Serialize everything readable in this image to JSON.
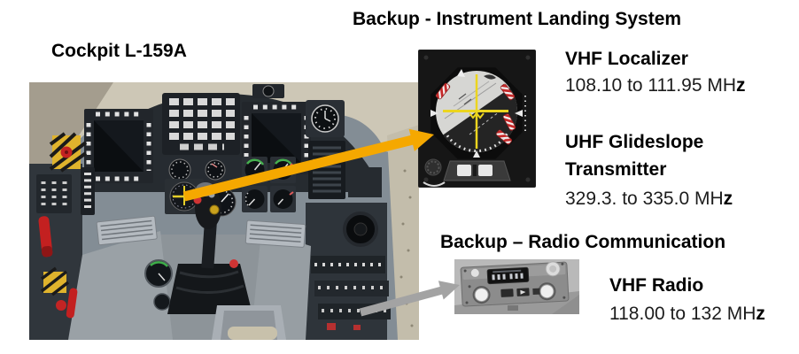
{
  "headings": {
    "ils": "Backup - Instrument Landing System",
    "radio": "Backup – Radio Communication"
  },
  "cockpit": {
    "label": "Cockpit L-159A"
  },
  "ils_panel": {
    "localizer_title": "VHF Localizer",
    "localizer_freq": "108.10 to 111.95 MH",
    "localizer_freq_suffix": "z",
    "glideslope_title_line1": "UHF Glideslope",
    "glideslope_title_line2": "Transmitter",
    "glideslope_freq": "329.3. to 335.0 MH",
    "glideslope_freq_suffix": "z"
  },
  "radio_panel": {
    "radio_title": "VHF Radio",
    "radio_freq": "118.00 to 132 MH",
    "radio_freq_suffix": "z"
  },
  "colors": {
    "arrow_ils": "#F5A800",
    "arrow_radio": "#A3A3A3",
    "heading_text": "#000000"
  }
}
